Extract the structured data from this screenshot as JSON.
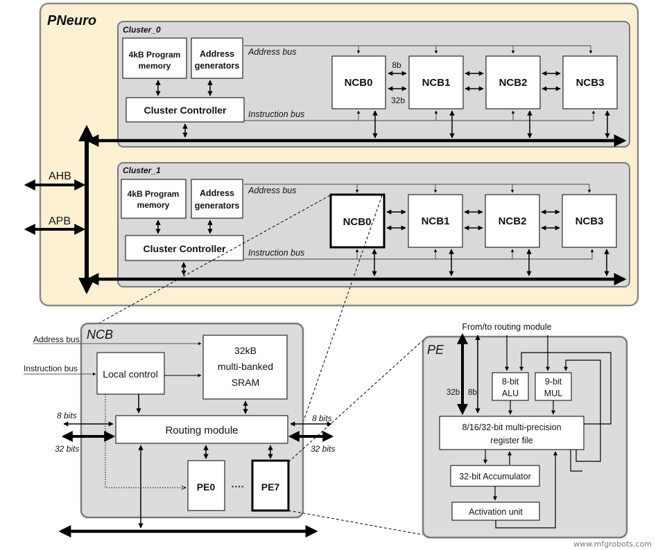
{
  "top": {
    "title": "PNeuro",
    "ahb": "AHB",
    "apb": "APB"
  },
  "clusters": [
    {
      "name": "Cluster_0",
      "program_memory": [
        "4kB Program",
        "memory"
      ],
      "address_generators": [
        "Address",
        "generators"
      ],
      "controller": "Cluster Controller",
      "address_bus": "Address bus",
      "instruction_bus": "Instruction bus",
      "ncbs": [
        "NCB0",
        "NCB1",
        "NCB2",
        "NCB3"
      ],
      "width_top": "8b",
      "width_bottom": "32b"
    },
    {
      "name": "Cluster_1",
      "program_memory": [
        "4kB Program",
        "memory"
      ],
      "address_generators": [
        "Address",
        "generators"
      ],
      "controller": "Cluster Controller",
      "address_bus": "Address bus",
      "instruction_bus": "Instruction bus",
      "ncbs": [
        "NCB0",
        "NCB1",
        "NCB2",
        "NCB3"
      ]
    }
  ],
  "ncb": {
    "title": "NCB",
    "address_bus": "Address bus",
    "instruction_bus": "Instruction bus",
    "local_control": "Local control",
    "sram": [
      "32kB",
      "multi-banked",
      "SRAM"
    ],
    "routing": "Routing module",
    "pe0": "PE0",
    "dots": "····",
    "pe7": "PE7",
    "left_8": "8 bits",
    "left_32": "32 bits",
    "right_8": "8 bits",
    "right_32": "32 bits"
  },
  "pe": {
    "title": "PE",
    "routing_label": "From/to routing module",
    "w32": "32b",
    "w8": "8b",
    "alu": [
      "8-bit",
      "ALU"
    ],
    "mul": [
      "9-bit",
      "MUL"
    ],
    "regfile": [
      "8/16/32-bit multi-precision",
      "register file"
    ],
    "accumulator": "32-bit Accumulator",
    "activation": "Activation unit"
  },
  "watermark": "www.mfgrobots.com"
}
